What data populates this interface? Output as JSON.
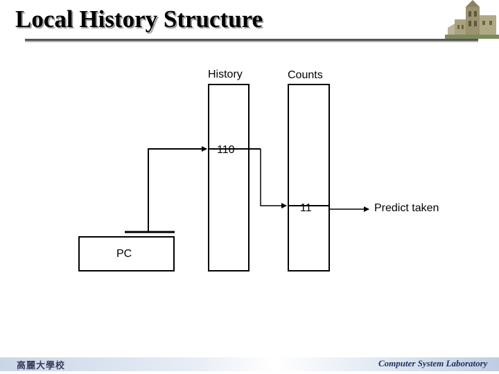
{
  "header": {
    "title": "Local History Structure"
  },
  "diagram": {
    "history_label": "History",
    "counts_label": "Counts",
    "history_entry": "110",
    "counts_entry": "11",
    "pc_label": "PC",
    "prediction": "Predict taken"
  },
  "footer": {
    "university": "高麗大學校",
    "lab": "Computer System Laboratory"
  }
}
